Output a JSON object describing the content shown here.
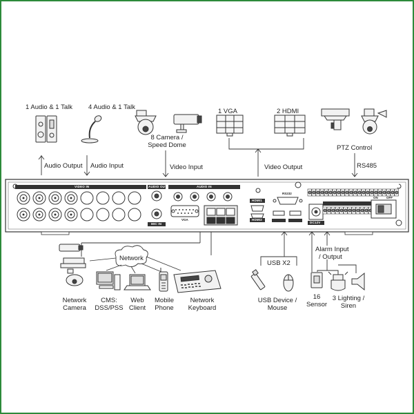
{
  "top_devices": {
    "audio_talk_1": "1 Audio  & 1 Talk",
    "audio_talk_4": "4 Audio & 1 Talk",
    "camera_line1": "8 Camera /",
    "camera_line2": "Speed Dome",
    "vga": "1 VGA",
    "hdmi": "2 HDMI",
    "ptz": "PTZ Control"
  },
  "connections": {
    "audio_output": "Audio  Output",
    "audio_input": "Audio  Input",
    "video_input": "Video Input",
    "video_output": "Video Output",
    "rs485": "RS485",
    "usb_x2": "USB X2",
    "alarm_line1": "Alarm Input",
    "alarm_line2": "/ Output",
    "network": "Network"
  },
  "panel": {
    "video_in": "VIDEO IN",
    "audio_out": "AUDIO OUT",
    "mic_in": "MIC IN",
    "audio_in": "AUDIO IN",
    "vga": "VGA",
    "hdmi1": "HDMI1",
    "hdmi2": "HDMI2",
    "rs232": "RS232",
    "dc12v": "DC12V",
    "on": "ON",
    "off": "OFF"
  },
  "bottom_devices": {
    "network_camera": [
      "Network",
      "Camera"
    ],
    "cms": [
      "CMS:",
      "DSS/PSS"
    ],
    "web_client": [
      "Web",
      "Client"
    ],
    "mobile_phone": [
      "Mobile",
      "Phone"
    ],
    "network_keyboard": [
      "Network",
      "Keyboard"
    ],
    "usb_device": [
      "USB Device /",
      "Mouse"
    ],
    "sensor": [
      "16",
      "Sensor"
    ],
    "lighting": [
      "3 Lighting /",
      "Siren"
    ]
  },
  "colors": {
    "stroke": "#222222",
    "panel_bg": "#ffffff",
    "label_bg": "#333333",
    "border": "#2d8a3a"
  }
}
